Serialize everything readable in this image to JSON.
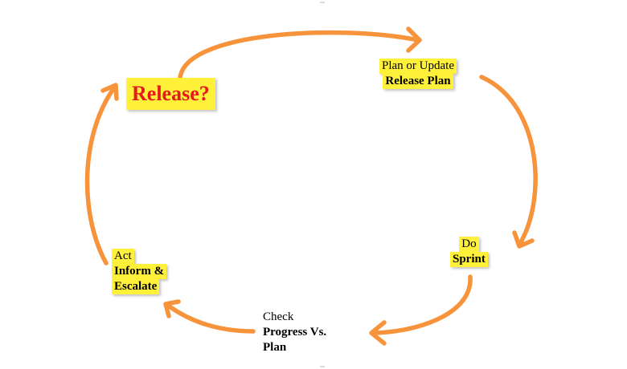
{
  "colors": {
    "arrow": "#f7943b",
    "highlight": "#fff03a",
    "release_text": "#e31b1b",
    "text": "#000000"
  },
  "nodes": {
    "release": {
      "title": "Release?"
    },
    "plan": {
      "line1": "Plan or Update",
      "line2": "Release Plan"
    },
    "do": {
      "line1": "Do",
      "line2": "Sprint"
    },
    "check": {
      "line1": "Check",
      "line2": "Progress Vs.",
      "line3": "Plan"
    },
    "act": {
      "line1": "Act",
      "line2": "Inform &",
      "line3": "Escalate"
    }
  }
}
